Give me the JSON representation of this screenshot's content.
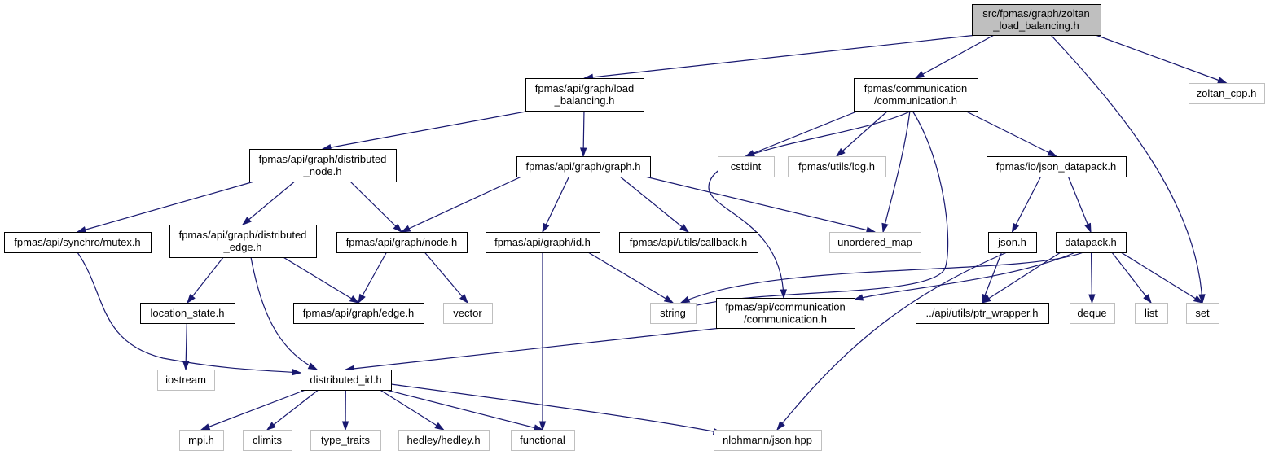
{
  "nodes": [
    {
      "id": "root",
      "lines": [
        "src/fpmas/graph/zoltan",
        "_load_balancing.h"
      ],
      "kind": "root"
    },
    {
      "id": "lb",
      "lines": [
        "fpmas/api/graph/load",
        "_balancing.h"
      ],
      "kind": "dep"
    },
    {
      "id": "comm",
      "lines": [
        "fpmas/communication",
        "/communication.h"
      ],
      "kind": "dep"
    },
    {
      "id": "zcpp",
      "lines": [
        "zoltan_cpp.h"
      ],
      "kind": "sys"
    },
    {
      "id": "dnode",
      "lines": [
        "fpmas/api/graph/distributed",
        "_node.h"
      ],
      "kind": "dep"
    },
    {
      "id": "graph",
      "lines": [
        "fpmas/api/graph/graph.h"
      ],
      "kind": "dep"
    },
    {
      "id": "cstdint",
      "lines": [
        "cstdint"
      ],
      "kind": "sys"
    },
    {
      "id": "log",
      "lines": [
        "fpmas/utils/log.h"
      ],
      "kind": "sys"
    },
    {
      "id": "jsondp",
      "lines": [
        "fpmas/io/json_datapack.h"
      ],
      "kind": "dep"
    },
    {
      "id": "mutex",
      "lines": [
        "fpmas/api/synchro/mutex.h"
      ],
      "kind": "dep"
    },
    {
      "id": "dedge",
      "lines": [
        "fpmas/api/graph/distributed",
        "_edge.h"
      ],
      "kind": "dep"
    },
    {
      "id": "node",
      "lines": [
        "fpmas/api/graph/node.h"
      ],
      "kind": "dep"
    },
    {
      "id": "gid",
      "lines": [
        "fpmas/api/graph/id.h"
      ],
      "kind": "dep"
    },
    {
      "id": "callback",
      "lines": [
        "fpmas/api/utils/callback.h"
      ],
      "kind": "dep"
    },
    {
      "id": "umap",
      "lines": [
        "unordered_map"
      ],
      "kind": "sys"
    },
    {
      "id": "json",
      "lines": [
        "json.h"
      ],
      "kind": "dep"
    },
    {
      "id": "datapack",
      "lines": [
        "datapack.h"
      ],
      "kind": "dep"
    },
    {
      "id": "locstate",
      "lines": [
        "location_state.h"
      ],
      "kind": "dep"
    },
    {
      "id": "edge",
      "lines": [
        "fpmas/api/graph/edge.h"
      ],
      "kind": "dep"
    },
    {
      "id": "vector",
      "lines": [
        "vector"
      ],
      "kind": "sys"
    },
    {
      "id": "string",
      "lines": [
        "string"
      ],
      "kind": "sys"
    },
    {
      "id": "apicomm",
      "lines": [
        "fpmas/api/communication",
        "/communication.h"
      ],
      "kind": "dep"
    },
    {
      "id": "ptrw",
      "lines": [
        "../api/utils/ptr_wrapper.h"
      ],
      "kind": "dep"
    },
    {
      "id": "deque",
      "lines": [
        "deque"
      ],
      "kind": "sys"
    },
    {
      "id": "list",
      "lines": [
        "list"
      ],
      "kind": "sys"
    },
    {
      "id": "set",
      "lines": [
        "set"
      ],
      "kind": "sys"
    },
    {
      "id": "iostream",
      "lines": [
        "iostream"
      ],
      "kind": "sys"
    },
    {
      "id": "did",
      "lines": [
        "distributed_id.h"
      ],
      "kind": "dep"
    },
    {
      "id": "mpi",
      "lines": [
        "mpi.h"
      ],
      "kind": "sys"
    },
    {
      "id": "climits",
      "lines": [
        "climits"
      ],
      "kind": "sys"
    },
    {
      "id": "ttraits",
      "lines": [
        "type_traits"
      ],
      "kind": "sys"
    },
    {
      "id": "hedley",
      "lines": [
        "hedley/hedley.h"
      ],
      "kind": "sys"
    },
    {
      "id": "functional",
      "lines": [
        "functional"
      ],
      "kind": "sys"
    },
    {
      "id": "njson",
      "lines": [
        "nlohmann/json.hpp"
      ],
      "kind": "sys"
    }
  ],
  "edges": [
    [
      "root",
      "lb"
    ],
    [
      "root",
      "comm"
    ],
    [
      "root",
      "zcpp"
    ],
    [
      "root",
      "set"
    ],
    [
      "lb",
      "dnode"
    ],
    [
      "lb",
      "graph"
    ],
    [
      "comm",
      "cstdint"
    ],
    [
      "comm",
      "log"
    ],
    [
      "comm",
      "jsondp"
    ],
    [
      "comm",
      "umap"
    ],
    [
      "comm",
      "string"
    ],
    [
      "comm",
      "apicomm"
    ],
    [
      "dnode",
      "mutex"
    ],
    [
      "dnode",
      "dedge"
    ],
    [
      "dnode",
      "node"
    ],
    [
      "graph",
      "node"
    ],
    [
      "graph",
      "gid"
    ],
    [
      "graph",
      "callback"
    ],
    [
      "graph",
      "umap"
    ],
    [
      "jsondp",
      "json"
    ],
    [
      "jsondp",
      "datapack"
    ],
    [
      "mutex",
      "did"
    ],
    [
      "dedge",
      "locstate"
    ],
    [
      "dedge",
      "edge"
    ],
    [
      "dedge",
      "did"
    ],
    [
      "node",
      "edge"
    ],
    [
      "node",
      "vector"
    ],
    [
      "gid",
      "string"
    ],
    [
      "gid",
      "functional"
    ],
    [
      "json",
      "ptrw"
    ],
    [
      "json",
      "njson"
    ],
    [
      "datapack",
      "string"
    ],
    [
      "datapack",
      "apicomm"
    ],
    [
      "datapack",
      "ptrw"
    ],
    [
      "datapack",
      "deque"
    ],
    [
      "datapack",
      "list"
    ],
    [
      "datapack",
      "set"
    ],
    [
      "locstate",
      "iostream"
    ],
    [
      "apicomm",
      "did"
    ],
    [
      "did",
      "mpi"
    ],
    [
      "did",
      "climits"
    ],
    [
      "did",
      "ttraits"
    ],
    [
      "did",
      "hedley"
    ],
    [
      "did",
      "functional"
    ],
    [
      "did",
      "njson"
    ]
  ]
}
